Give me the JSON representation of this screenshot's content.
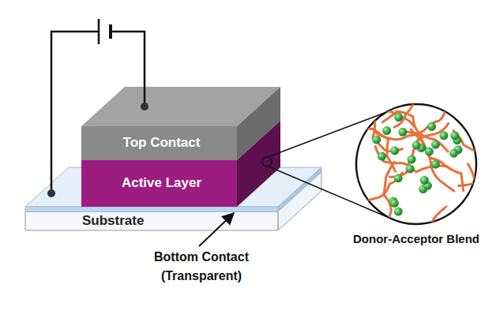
{
  "diagram": {
    "nodes": [
      {
        "text": [
          "Top Contact"
        ]
      },
      {
        "text": [
          "Active Layer"
        ]
      },
      {
        "text": [
          "Substrate"
        ]
      },
      {
        "text": [
          "Donor-Acceptor Blend"
        ]
      }
    ],
    "edges": [
      {
        "from": 1,
        "to": 3,
        "arrow": "none"
      }
    ],
    "labels": [
      "Bottom Contact (Transparent)"
    ]
  }
}
